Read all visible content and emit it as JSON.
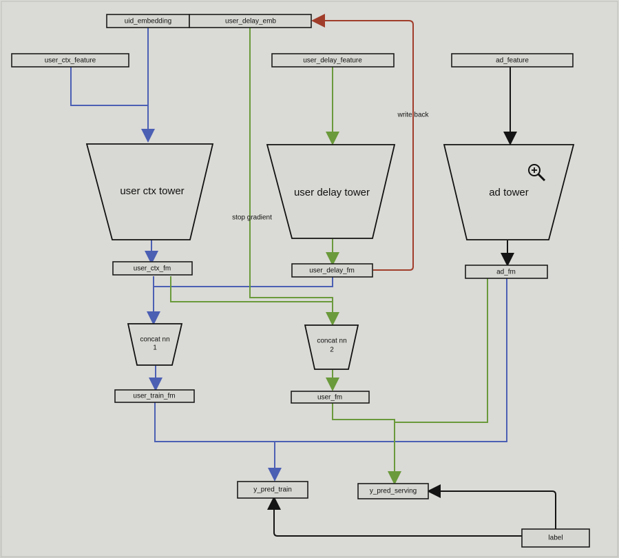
{
  "boxes": {
    "uid_embedding": "uid_embedding",
    "user_delay_emb": "user_delay_emb",
    "user_ctx_feature": "user_ctx_feature",
    "user_delay_feature": "user_delay_feature",
    "ad_feature": "ad_feature",
    "user_ctx_fm": "user_ctx_fm",
    "user_delay_fm": "user_delay_fm",
    "ad_fm": "ad_fm",
    "user_train_fm": "user_train_fm",
    "user_fm": "user_fm",
    "y_pred_train": "y_pred_train",
    "y_pred_serving": "y_pred_serving",
    "label": "label"
  },
  "towers": {
    "user_ctx": "user ctx tower",
    "user_delay": "user delay tower",
    "ad": "ad tower",
    "concat_nn_1_line1": "concat nn",
    "concat_nn_1_line2": "1",
    "concat_nn_2_line1": "concat nn",
    "concat_nn_2_line2": "2"
  },
  "annotations": {
    "write_back": "write back",
    "stop_gradient": "stop gradient"
  },
  "icons": {
    "zoom": "zoom-in-icon"
  },
  "colors": {
    "blue_flow": "#4b5fb3",
    "green_flow": "#6a9a3b",
    "red_flow": "#a03d2a",
    "black_flow": "#141414"
  }
}
